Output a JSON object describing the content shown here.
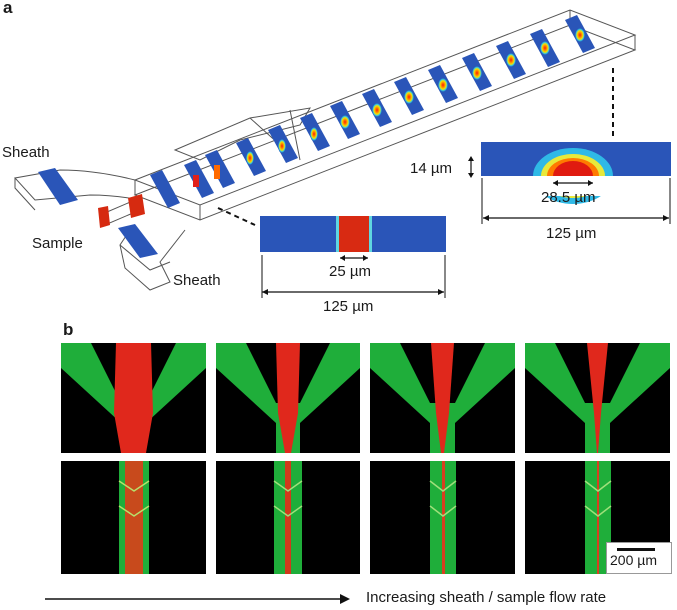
{
  "figure": {
    "panel_a": {
      "letter": "a"
    },
    "panel_b": {
      "letter": "b"
    },
    "labels": {
      "sheath_top": "Sheath",
      "sample": "Sample",
      "sheath_bottom": "Sheath"
    },
    "inset_middle": {
      "inner_width": "25 µm",
      "outer_width": "125 µm"
    },
    "inset_right": {
      "height": "14 µm",
      "inner_width": "28.5 µm",
      "outer_width": "125 µm"
    },
    "scale_bar": "200 µm",
    "axis_caption": "Increasing sheath / sample flow rate"
  }
}
